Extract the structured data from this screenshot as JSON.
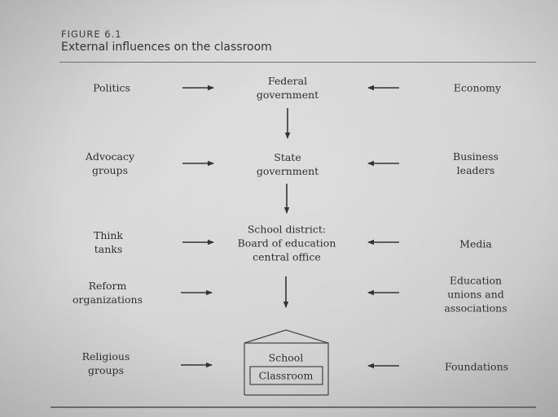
{
  "figure": {
    "label": "FIGURE 6.1",
    "title": "External influences on the classroom"
  },
  "left_nodes": [
    {
      "id": "politics",
      "text": "Politics"
    },
    {
      "id": "advocacy",
      "text": "Advocacy\ngroups"
    },
    {
      "id": "think-tanks",
      "text": "Think\ntanks"
    },
    {
      "id": "reform",
      "text": "Reform\norganizations"
    },
    {
      "id": "religious",
      "text": "Religious\ngroups"
    }
  ],
  "center_nodes": [
    {
      "id": "federal",
      "text": "Federal\ngovernment"
    },
    {
      "id": "state",
      "text": "State\ngovernment"
    },
    {
      "id": "district",
      "text": "School district:\nBoard of education\ncentral office"
    }
  ],
  "right_nodes": [
    {
      "id": "economy",
      "text": "Economy"
    },
    {
      "id": "business",
      "text": "Business\nleaders"
    },
    {
      "id": "media",
      "text": "Media"
    },
    {
      "id": "unions",
      "text": "Education\nunions and\nassociations"
    },
    {
      "id": "foundations",
      "text": "Foundations"
    }
  ],
  "school": {
    "school_label": "School",
    "classroom_label": "Classroom"
  }
}
